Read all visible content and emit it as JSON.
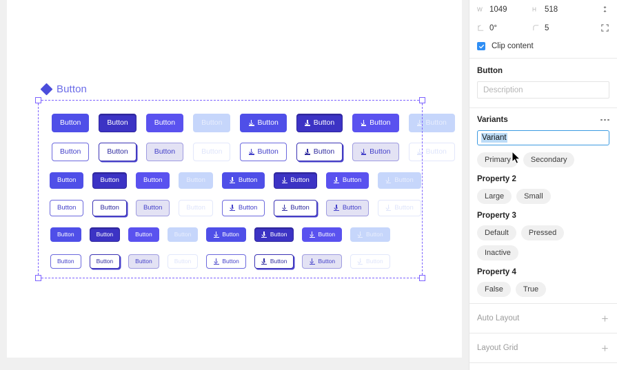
{
  "panel": {
    "dimensions": {
      "width_label": "W",
      "width_value": "1049",
      "height_label": "H",
      "height_value": "518",
      "rotation_label": "rotation-icon",
      "rotation_value": "0°",
      "corner_label": "corner-radius-icon",
      "corner_value": "5",
      "constrain_icon": "constrain-proportions-icon",
      "independent_corners_icon": "independent-corners-icon"
    },
    "clip_content": {
      "label": "Clip content",
      "checked": true
    },
    "component": {
      "title": "Button",
      "description_placeholder": "Description",
      "description_value": ""
    },
    "variants": {
      "title": "Variants",
      "menu_icon": "more-options-icon",
      "name_value": "Variant",
      "properties": [
        {
          "label": "",
          "options": [
            "Primary",
            "Secondary"
          ]
        },
        {
          "label": "Property 2",
          "options": [
            "Large",
            "Small"
          ]
        },
        {
          "label": "Property 3",
          "options": [
            "Default",
            "Pressed",
            "Inactive"
          ]
        },
        {
          "label": "Property 4",
          "options": [
            "False",
            "True"
          ]
        }
      ]
    },
    "sections": [
      {
        "label": "Auto Layout",
        "action_icon": "plus-icon"
      },
      {
        "label": "Layout Grid",
        "action_icon": "plus-icon"
      }
    ]
  },
  "canvas": {
    "component_set": {
      "name": "Button",
      "icon": "component-set-diamond-icon"
    },
    "button_label": "Button",
    "download_icon": "download-icon",
    "rows": [
      {
        "size": "lg",
        "style": "primary",
        "cells": [
          {
            "state": "default",
            "icon": false
          },
          {
            "state": "pressed",
            "icon": false
          },
          {
            "state": "hover",
            "icon": false
          },
          {
            "state": "inactive",
            "icon": false
          },
          {
            "state": "default",
            "icon": true
          },
          {
            "state": "pressed",
            "icon": true
          },
          {
            "state": "hover",
            "icon": true
          },
          {
            "state": "inactive",
            "icon": true
          }
        ]
      },
      {
        "size": "lg",
        "style": "secondary",
        "cells": [
          {
            "state": "default",
            "icon": false
          },
          {
            "state": "pressed",
            "icon": false
          },
          {
            "state": "hover",
            "icon": false
          },
          {
            "state": "inactive",
            "icon": false
          },
          {
            "state": "default",
            "icon": true
          },
          {
            "state": "pressed",
            "icon": true
          },
          {
            "state": "hover",
            "icon": true
          },
          {
            "state": "inactive",
            "icon": true
          }
        ]
      },
      {
        "size": "md",
        "style": "primary",
        "cells": [
          {
            "state": "default",
            "icon": false
          },
          {
            "state": "pressed",
            "icon": false
          },
          {
            "state": "hover",
            "icon": false
          },
          {
            "state": "inactive",
            "icon": false
          },
          {
            "state": "default",
            "icon": true
          },
          {
            "state": "pressed",
            "icon": true
          },
          {
            "state": "hover",
            "icon": true
          },
          {
            "state": "inactive",
            "icon": true
          }
        ]
      },
      {
        "size": "md",
        "style": "secondary",
        "cells": [
          {
            "state": "default",
            "icon": false
          },
          {
            "state": "pressed",
            "icon": false
          },
          {
            "state": "hover",
            "icon": false
          },
          {
            "state": "inactive",
            "icon": false
          },
          {
            "state": "default",
            "icon": true
          },
          {
            "state": "pressed",
            "icon": true
          },
          {
            "state": "hover",
            "icon": true
          },
          {
            "state": "inactive",
            "icon": true
          }
        ]
      },
      {
        "size": "sm",
        "style": "primary",
        "cells": [
          {
            "state": "default",
            "icon": false
          },
          {
            "state": "pressed",
            "icon": false
          },
          {
            "state": "hover",
            "icon": false
          },
          {
            "state": "inactive",
            "icon": false
          },
          {
            "state": "default",
            "icon": true
          },
          {
            "state": "pressed",
            "icon": true
          },
          {
            "state": "hover",
            "icon": true
          },
          {
            "state": "inactive",
            "icon": true
          }
        ]
      },
      {
        "size": "sm",
        "style": "secondary",
        "cells": [
          {
            "state": "default",
            "icon": false
          },
          {
            "state": "pressed",
            "icon": false
          },
          {
            "state": "hover",
            "icon": false
          },
          {
            "state": "inactive",
            "icon": false
          },
          {
            "state": "default",
            "icon": true
          },
          {
            "state": "pressed",
            "icon": true
          },
          {
            "state": "hover",
            "icon": true
          },
          {
            "state": "inactive",
            "icon": true
          }
        ]
      }
    ]
  },
  "colors": {
    "primary": "#4f4fe8",
    "primary_pressed": "#3c33c4",
    "primary_inactive": "#c6d6fb",
    "selection": "#7b61ff",
    "accent_blue": "#3b9ae1",
    "checkbox_blue": "#2f8ef4"
  }
}
